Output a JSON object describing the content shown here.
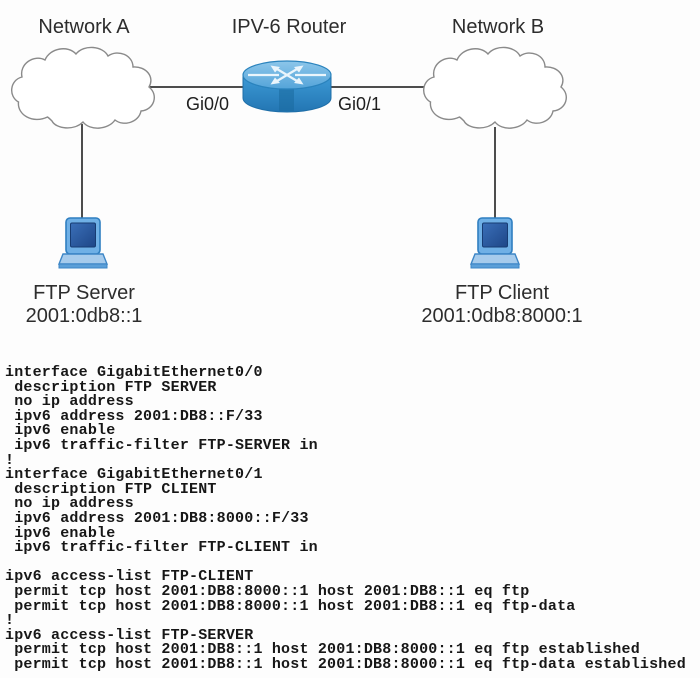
{
  "diagram": {
    "network_a": {
      "label": "Network A"
    },
    "network_b": {
      "label": "Network B"
    },
    "router": {
      "label": "IPV-6 Router",
      "interface_left": "Gi0/0",
      "interface_right": "Gi0/1"
    },
    "ftp_server": {
      "label": "FTP Server",
      "address": "2001:0db8::1"
    },
    "ftp_client": {
      "label": "FTP Client",
      "address": "2001:0db8:8000:1"
    }
  },
  "config": {
    "lines": [
      "interface GigabitEthernet0/0",
      " description FTP SERVER",
      " no ip address",
      " ipv6 address 2001:DB8::F/33",
      " ipv6 enable",
      " ipv6 traffic-filter FTP-SERVER in",
      "!",
      "interface GigabitEthernet0/1",
      " description FTP CLIENT",
      " no ip address",
      " ipv6 address 2001:DB8:8000::F/33",
      " ipv6 enable",
      " ipv6 traffic-filter FTP-CLIENT in",
      "",
      "ipv6 access-list FTP-CLIENT",
      " permit tcp host 2001:DB8:8000::1 host 2001:DB8::1 eq ftp",
      " permit tcp host 2001:DB8:8000::1 host 2001:DB8::1 eq ftp-data",
      "!",
      "ipv6 access-list FTP-SERVER",
      " permit tcp host 2001:DB8::1 host 2001:DB8:8000::1 eq ftp established",
      " permit tcp host 2001:DB8::1 host 2001:DB8:8000::1 eq ftp-data established"
    ]
  },
  "colors": {
    "router_top": "#6fb6e2",
    "router_body": "#2f8cc9",
    "laptop_frame": "#6fb0e6",
    "laptop_screen": "#2b5ca6",
    "laptop_base": "#a6cbec",
    "link_line": "#4d4d4d",
    "cloud_stroke": "#8a8a8a",
    "text": "#2d2d2d"
  }
}
